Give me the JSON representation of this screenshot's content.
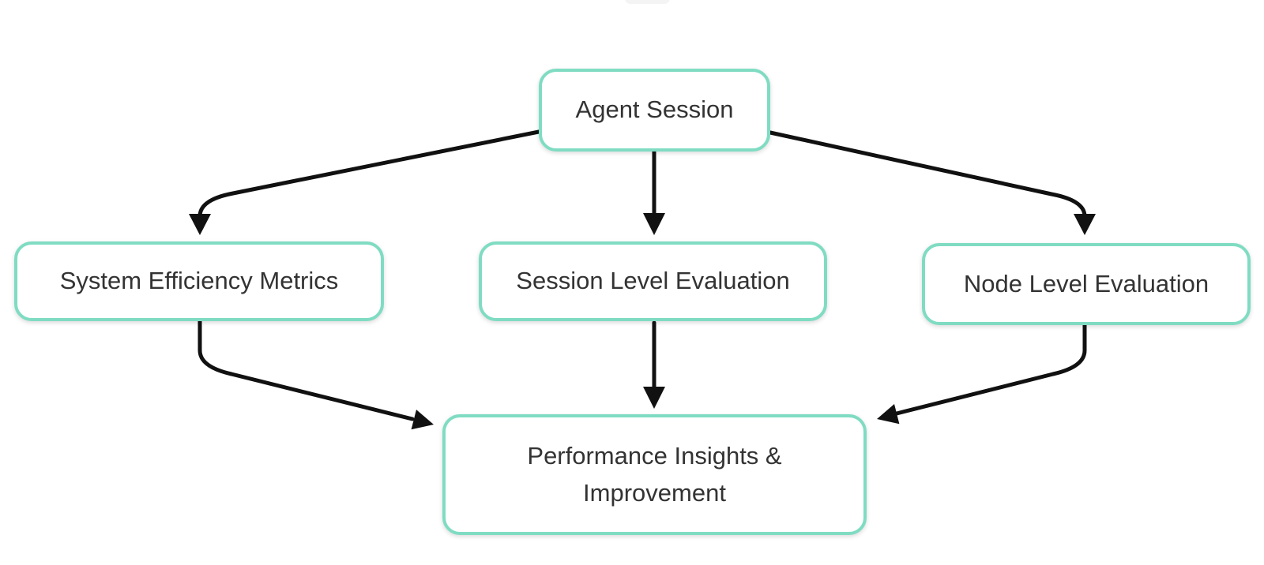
{
  "diagram": {
    "type": "flowchart",
    "direction": "top-down",
    "colors": {
      "node_border": "#7FDCC2",
      "node_fill": "#ffffff",
      "node_text": "#333333",
      "arrow": "#111111",
      "background": "#ffffff"
    },
    "nodes": [
      {
        "id": "agent-session",
        "label": "Agent Session"
      },
      {
        "id": "system-efficiency",
        "label": "System Efficiency Metrics"
      },
      {
        "id": "session-level",
        "label": "Session Level Evaluation"
      },
      {
        "id": "node-level",
        "label": "Node Level Evaluation"
      },
      {
        "id": "performance-insights",
        "label": "Performance Insights & Improvement"
      }
    ],
    "edges": [
      {
        "from": "agent-session",
        "to": "system-efficiency"
      },
      {
        "from": "agent-session",
        "to": "session-level"
      },
      {
        "from": "agent-session",
        "to": "node-level"
      },
      {
        "from": "system-efficiency",
        "to": "performance-insights"
      },
      {
        "from": "session-level",
        "to": "performance-insights"
      },
      {
        "from": "node-level",
        "to": "performance-insights"
      }
    ]
  }
}
